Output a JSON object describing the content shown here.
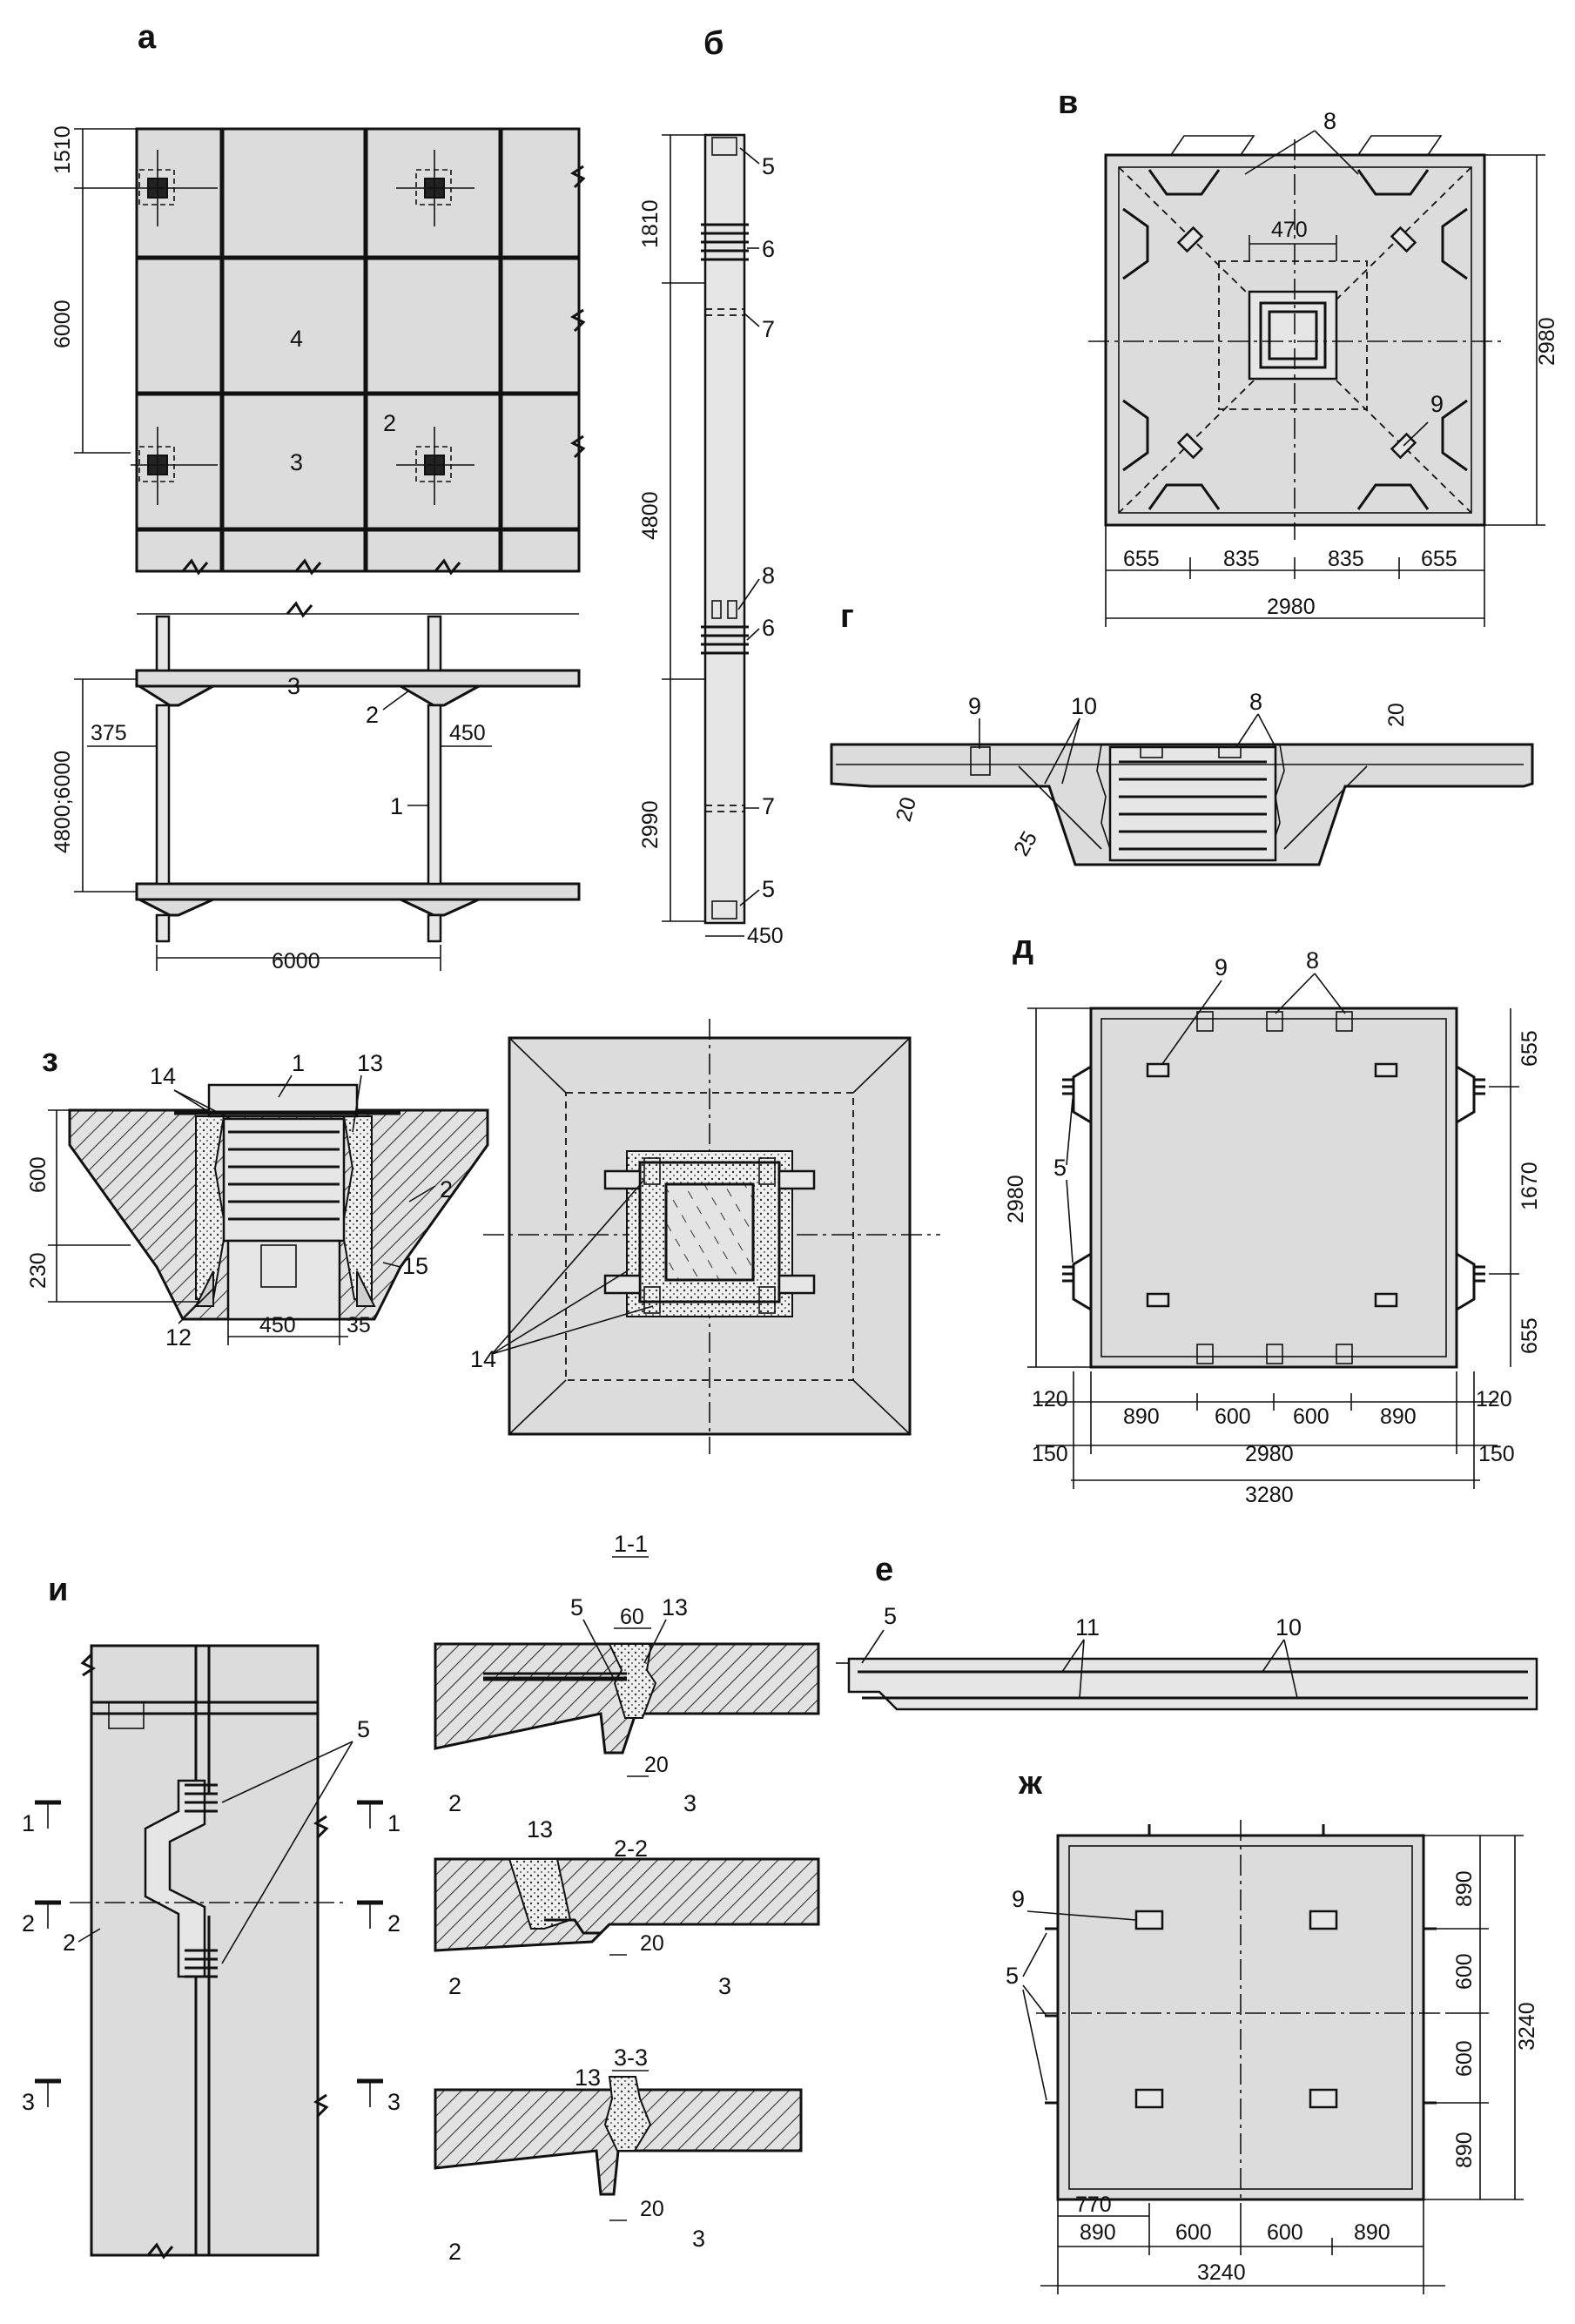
{
  "panels": {
    "a": "а",
    "b": "б",
    "v": "в",
    "g": "г",
    "d": "д",
    "e": "е",
    "zh": "ж",
    "z": "з",
    "i": "и"
  },
  "a": {
    "dims": {
      "top": "1510",
      "mid": "6000",
      "height": "4800;6000",
      "left_off": "375",
      "col": "450",
      "span": "6000"
    },
    "callouts": {
      "n1": "1",
      "n2": "2",
      "n3": "3",
      "n4": "4",
      "n2b": "2",
      "n3b": "3"
    }
  },
  "b": {
    "dims": {
      "d1": "1810",
      "d2": "4800",
      "d3": "2990",
      "d4": "450"
    },
    "callouts": {
      "n5a": "5",
      "n6a": "6",
      "n7a": "7",
      "n8": "8",
      "n6b": "6",
      "n7b": "7",
      "n5b": "5"
    }
  },
  "v": {
    "dims": {
      "hole": "470",
      "side": "2980",
      "s1": "655",
      "s2": "835",
      "s3": "835",
      "s4": "655",
      "total": "2980"
    },
    "callouts": {
      "n8": "8",
      "n9": "9"
    }
  },
  "g": {
    "callouts": {
      "n9": "9",
      "n10": "10",
      "n8": "8",
      "n20a": "20",
      "n20b": "20",
      "n25": "25"
    }
  },
  "d": {
    "dims": {
      "side": "2980",
      "r1": "655",
      "r2": "1670",
      "r3": "655",
      "b120a": "120",
      "b890a": "890",
      "b600a": "600",
      "b600b": "600",
      "b890b": "890",
      "b120b": "120",
      "b150a": "150",
      "b2980": "2980",
      "b150b": "150",
      "b3280": "3280"
    },
    "callouts": {
      "n9": "9",
      "n8": "8",
      "n5": "5"
    }
  },
  "z": {
    "dims": {
      "h1": "600",
      "h2": "230",
      "w": "450",
      "w2": "35"
    },
    "callouts": {
      "n1": "1",
      "n13": "13",
      "n14": "14",
      "n2": "2",
      "n12": "12",
      "n15": "15",
      "n14b": "14"
    }
  },
  "i": {
    "cuts": {
      "c1": "1",
      "c2": "2",
      "c3": "3",
      "c1r": "1",
      "c2r": "2",
      "c3r": "3"
    },
    "callouts": {
      "n5": "5",
      "n2": "2"
    },
    "sections": {
      "s11": {
        "title": "1-1",
        "dims": {
          "w": "60",
          "gap": "20"
        },
        "callouts": {
          "n5": "5",
          "n13": "13",
          "n2": "2",
          "n3": "3"
        }
      },
      "s22": {
        "title": "2-2",
        "dims": {
          "gap": "20"
        },
        "callouts": {
          "n13": "13",
          "n2": "2",
          "n3": "3"
        }
      },
      "s33": {
        "title": "3-3",
        "dims": {
          "gap": "20"
        },
        "callouts": {
          "n13": "13",
          "n2": "2",
          "n3": "3"
        }
      }
    }
  },
  "e": {
    "callouts": {
      "n5": "5",
      "n11": "11",
      "n10": "10"
    }
  },
  "zh": {
    "dims": {
      "r1": "890",
      "r2": "600",
      "r3": "600",
      "r4": "890",
      "side": "3240",
      "b770": "770",
      "b1": "890",
      "b2": "600",
      "b3": "600",
      "b4": "890",
      "total": "3240"
    },
    "callouts": {
      "n9": "9",
      "n5": "5"
    }
  }
}
